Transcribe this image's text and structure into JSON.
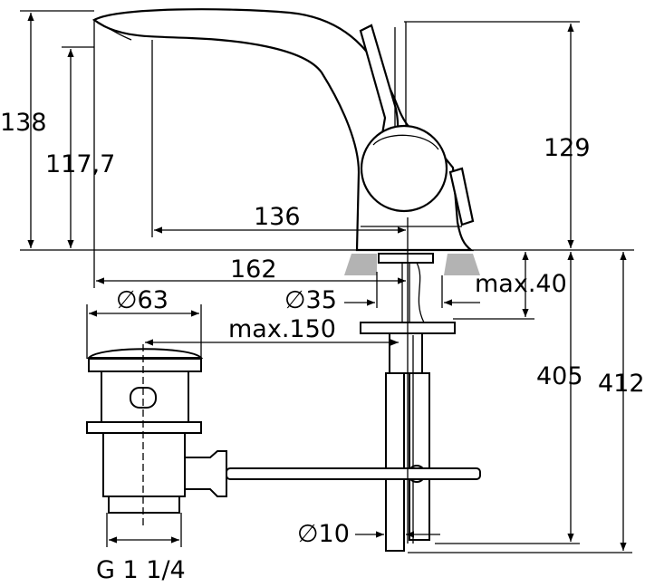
{
  "dimensions": {
    "height_total": "138",
    "height_spout": "117,7",
    "height_handle": "129",
    "reach_spout": "136",
    "reach_total": "162",
    "plug_diameter": "∅63",
    "hole_diameter": "∅35",
    "deck_thickness": "max.40",
    "rod_length": "max.150",
    "below_deck_1": "405",
    "below_deck_2": "412",
    "rod_diameter": "∅10",
    "thread": "G 1 1/4"
  },
  "colors": {
    "line": "#000000",
    "deck": "#b3b3b3",
    "background": "#ffffff"
  }
}
